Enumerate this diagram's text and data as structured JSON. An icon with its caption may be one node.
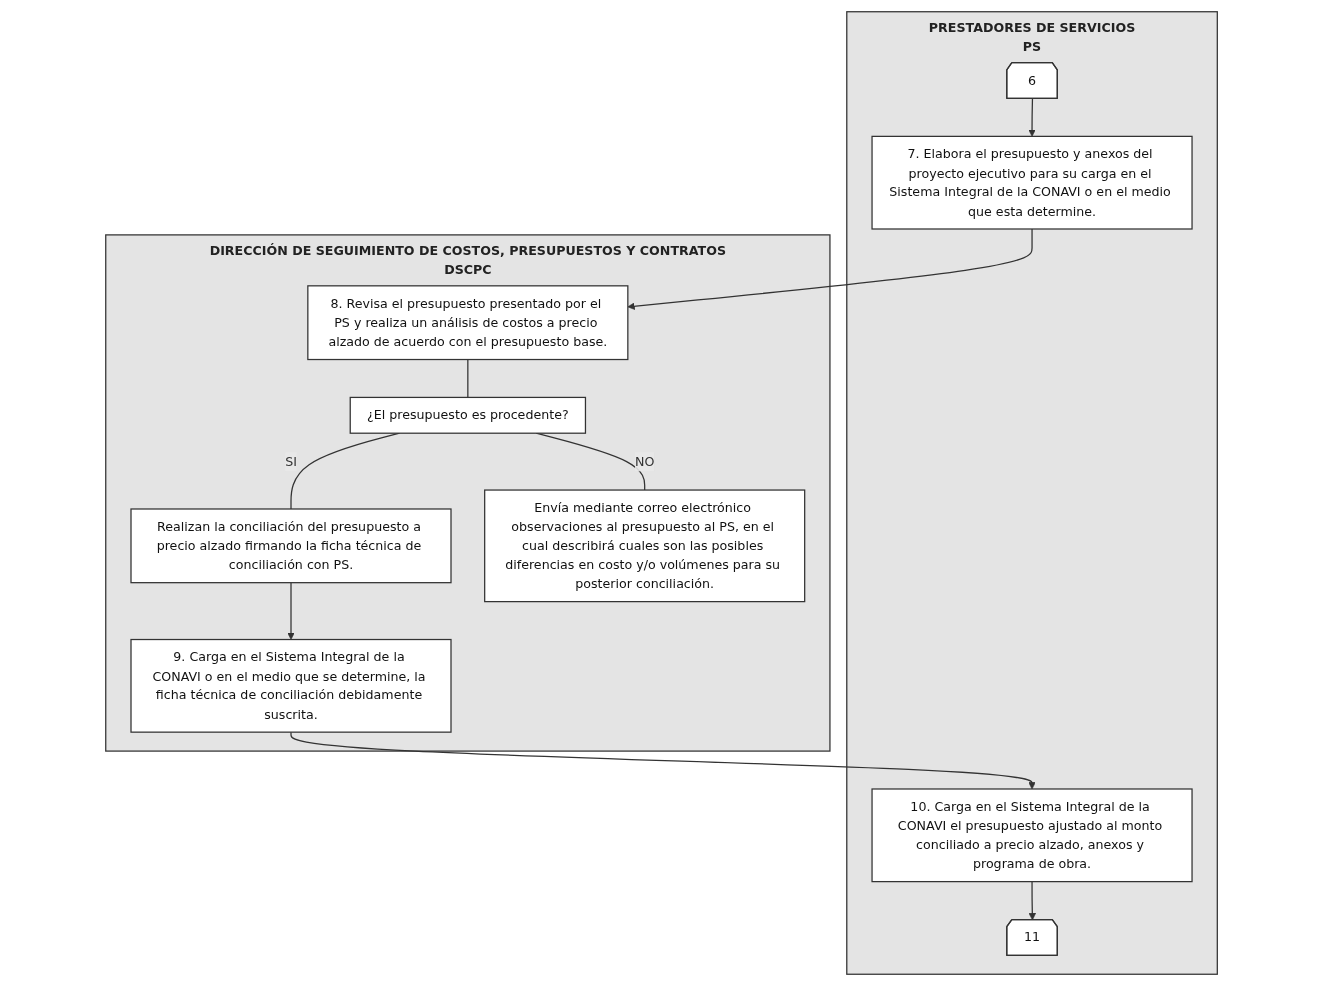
{
  "diagram": {
    "nodes": [
      {
        "text": [
          "PRESTADORES DE SERVICIOS",
          "PS"
        ]
      },
      {
        "text": [
          "DIRECCIÓN DE SEGUIMIENTO DE COSTOS, PRESUPUESTOS Y CONTRATOS",
          "DSCPC"
        ]
      },
      {
        "text": [
          "6"
        ],
        "in": 0
      },
      {
        "text": [
          "7. Elabora el presupuesto y anexos del proyecto ejecutivo para su carga en el Sistema Integral de la CONAVI o en el medio que esta determine."
        ],
        "in": 0
      },
      {
        "text": [
          "8. Revisa el presupuesto presentado por el PS y realiza un análisis de costos a precio alzado de acuerdo con el presupuesto base."
        ],
        "in": 1
      },
      {
        "text": [
          "¿El presupuesto es procedente?"
        ],
        "in": 1
      },
      {
        "text": [
          "Realizan la conciliación del presupuesto a precio alzado firmando la ficha técnica de conciliación con PS."
        ],
        "in": 1
      },
      {
        "text": [
          "Envía mediante correo electrónico observaciones al presupuesto al PS, en el cual describirá cuales son las posibles diferencias en costo y/o volúmenes para su posterior conciliación."
        ],
        "in": 1
      },
      {
        "text": [
          "9. Carga en el Sistema Integral de la CONAVI o en el medio que se determine, la ficha técnica de conciliación debidamente suscrita."
        ],
        "in": 1
      },
      {
        "text": [
          "10. Carga en el Sistema Integral de la CONAVI el presupuesto ajustado al monto conciliado a precio alzado, anexos y programa de obra."
        ],
        "in": 0
      },
      {
        "text": [
          "11"
        ],
        "in": 0
      }
    ],
    "edges": [
      {
        "from": 2,
        "to": 3,
        "arrow": "to"
      },
      {
        "from": 3,
        "to": 4,
        "arrow": "to"
      },
      {
        "from": 4,
        "to": 5,
        "arrow": "none"
      },
      {
        "from": 5,
        "to": 6,
        "arrow": "none",
        "label": "SI"
      },
      {
        "from": 5,
        "to": 7,
        "arrow": "none",
        "label": "NO"
      },
      {
        "from": 6,
        "to": 8,
        "arrow": "to"
      },
      {
        "from": 8,
        "to": 9,
        "arrow": "to"
      },
      {
        "from": 9,
        "to": 10,
        "arrow": "to"
      }
    ]
  }
}
